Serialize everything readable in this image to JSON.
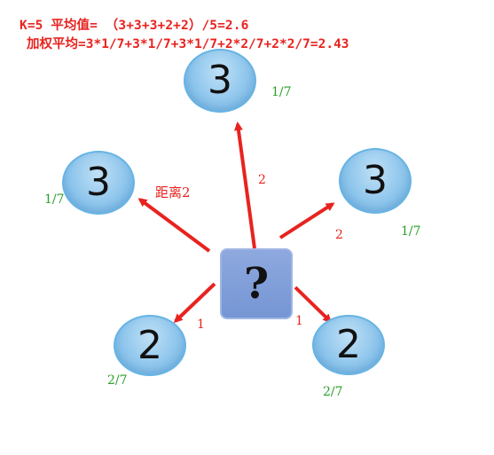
{
  "formulas": {
    "mean": "K=5 平均值= （3+3+3+2+2）/5=2.6",
    "weighted": "加权平均=3*1/7+3*1/7+3*1/7+2*2/7+2*2/7=2.43"
  },
  "query": {
    "label": "?"
  },
  "neighbors": [
    {
      "id": "top",
      "value": "3",
      "distance": "2",
      "weight": "1/7"
    },
    {
      "id": "left",
      "value": "3",
      "distance": "距离2",
      "weight": "1/7"
    },
    {
      "id": "right",
      "value": "3",
      "distance": "2",
      "weight": "1/7"
    },
    {
      "id": "bottom-left",
      "value": "2",
      "distance": "1",
      "weight": "2/7"
    },
    {
      "id": "bottom-right",
      "value": "2",
      "distance": "1",
      "weight": "2/7"
    }
  ],
  "colors": {
    "formula_text": "#e8231f",
    "arrow": "#e8231f",
    "distance_text": "#e8231f",
    "weight_text": "#2aa02a",
    "node_fill": "#8fc6ec",
    "query_fill": "#7595d4"
  }
}
